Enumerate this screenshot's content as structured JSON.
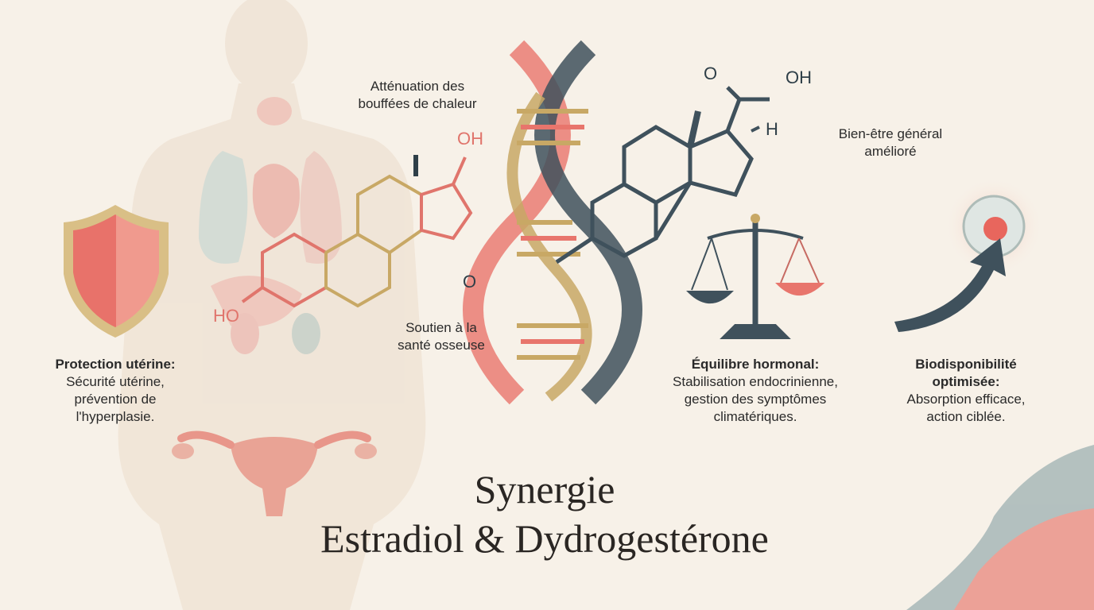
{
  "title": {
    "line1": "Synergie",
    "line2": "Estradiol & Dydrogestérone"
  },
  "labels": {
    "hot_flashes": [
      "Atténuation des",
      "bouffées de chaleur"
    ],
    "bone_health": [
      "Soutien à la",
      "santé osseuse"
    ],
    "wellbeing": [
      "Bien-être général",
      "amélioré"
    ]
  },
  "benefits": {
    "uterine": {
      "heading": "Protection utérine:",
      "lines": [
        "Sécurité utérine,",
        "prévention de",
        "l'hyperplasie."
      ]
    },
    "hormonal": {
      "heading": "Équilibre hormonal:",
      "lines": [
        "Stabilisation endocrinienne,",
        "gestion des symptômes",
        "climatériques."
      ]
    },
    "bioavailability": {
      "heading_lines": [
        "Biodisponibilité",
        "optimisée:"
      ],
      "lines": [
        "Absorption efficace,",
        "action ciblée."
      ]
    }
  },
  "chemistry": {
    "estradiol_oh_top": "OH",
    "estradiol_ho": "HO",
    "dydro_o_top": "O",
    "dydro_oh": "OH",
    "dydro_h": "H",
    "dydro_o_left": "O"
  },
  "icons": [
    "body-silhouette-icon",
    "shield-icon",
    "dna-helix-icon",
    "balance-scale-icon",
    "cell-icon",
    "curved-arrow-icon"
  ],
  "colors": {
    "background": "#f7f1e8",
    "coral": "#e07b70",
    "slate": "#3f515c",
    "gold": "#c8a865",
    "sage": "#a9bcb5"
  }
}
